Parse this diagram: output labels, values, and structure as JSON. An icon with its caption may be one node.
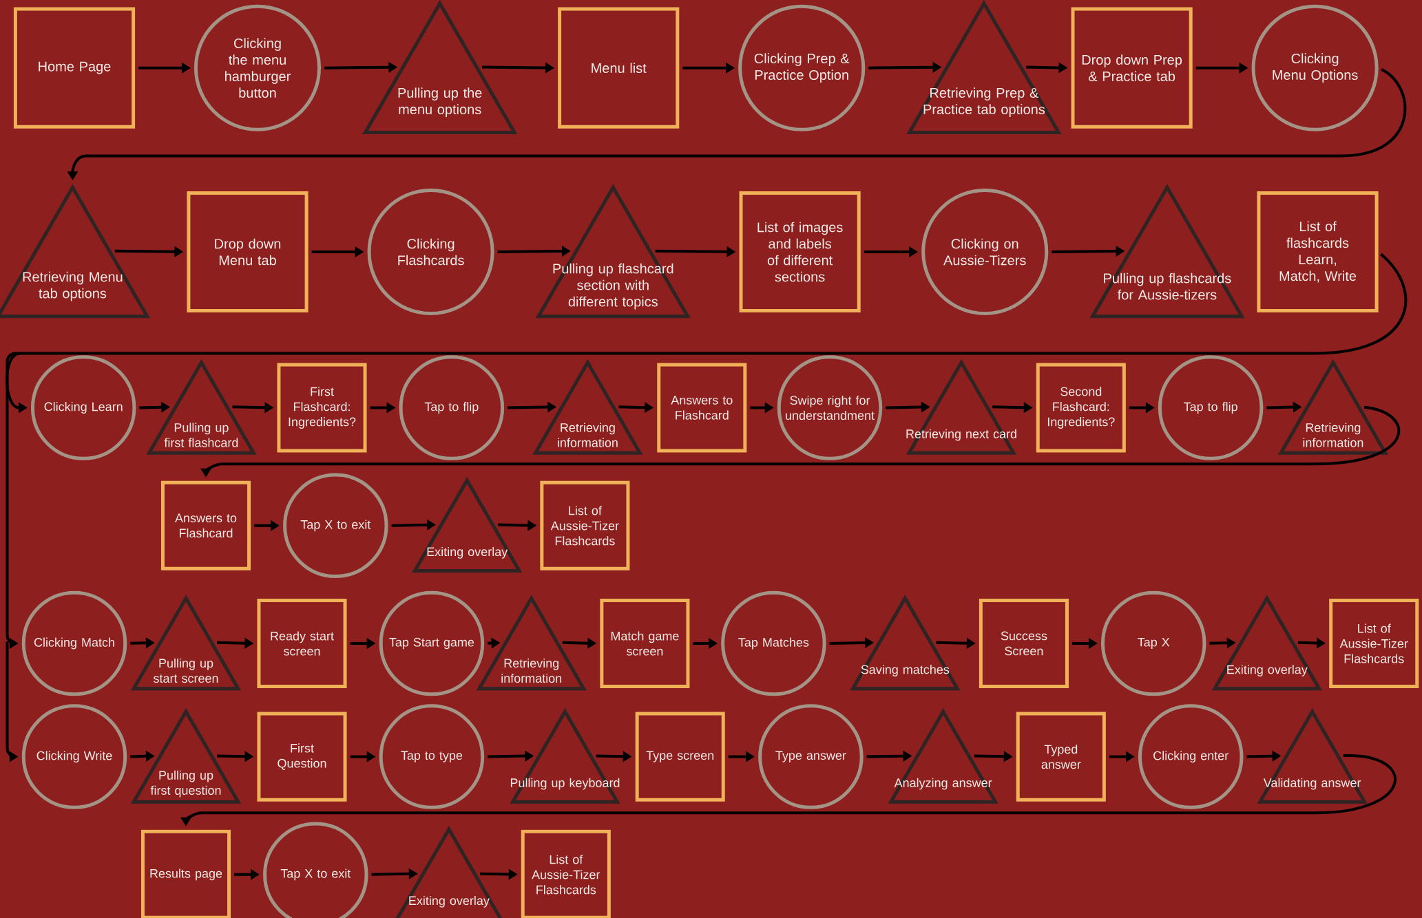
{
  "diagram": {
    "nodes": [
      {
        "text": [
          "Home Page"
        ]
      },
      {
        "text": [
          "Clicking the menu hamburger button"
        ]
      },
      {
        "text": [
          "Pulling up the menu options"
        ]
      },
      {
        "text": [
          "Menu list"
        ]
      },
      {
        "text": [
          "Clicking Prep & Practice Option"
        ]
      },
      {
        "text": [
          "Retrieving Prep & Practice tab options"
        ]
      },
      {
        "text": [
          "Drop down Prep & Practice tab"
        ]
      },
      {
        "text": [
          "Clicking Menu Options"
        ]
      },
      {
        "text": [
          "Retrieving Menu tab options"
        ]
      },
      {
        "text": [
          "Drop down Menu tab"
        ]
      },
      {
        "text": [
          "Clicking Flashcards"
        ]
      },
      {
        "text": [
          "Pulling up flashcard section with different topics"
        ]
      },
      {
        "text": [
          "List of images and labels of different sections"
        ]
      },
      {
        "text": [
          "Clicking on Aussie-Tizers"
        ]
      },
      {
        "text": [
          "Pulling up flashcards for Aussie-tizers"
        ]
      },
      {
        "text": [
          "List of flashcards Learn, Match, Write"
        ]
      },
      {
        "text": [
          "Clicking Learn"
        ]
      },
      {
        "text": [
          "Pulling up first flashcard"
        ]
      },
      {
        "text": [
          "First Flashcard: Ingredients?"
        ]
      },
      {
        "text": [
          "Tap to flip"
        ]
      },
      {
        "text": [
          "Retrieving information"
        ]
      },
      {
        "text": [
          "Answers to Flashcard"
        ]
      },
      {
        "text": [
          "Swipe right for understandment"
        ]
      },
      {
        "text": [
          "Retrieving next card"
        ]
      },
      {
        "text": [
          "Second Flashcard: Ingredients?"
        ]
      },
      {
        "text": [
          "Tap to flip"
        ]
      },
      {
        "text": [
          "Retrieving information"
        ]
      },
      {
        "text": [
          "Answers to Flashcard"
        ]
      },
      {
        "text": [
          "Tap X to exit"
        ]
      },
      {
        "text": [
          "Exiting overlay"
        ]
      },
      {
        "text": [
          "List of Aussie-Tizer Flashcards"
        ]
      },
      {
        "text": [
          "Clicking Match"
        ]
      },
      {
        "text": [
          "Pulling up start screen"
        ]
      },
      {
        "text": [
          "Ready start screen"
        ]
      },
      {
        "text": [
          "Tap Start game"
        ]
      },
      {
        "text": [
          "Retrieving information"
        ]
      },
      {
        "text": [
          "Match game screen"
        ]
      },
      {
        "text": [
          "Tap Matches"
        ]
      },
      {
        "text": [
          "Saving matches"
        ]
      },
      {
        "text": [
          "Success Screen"
        ]
      },
      {
        "text": [
          "Tap X"
        ]
      },
      {
        "text": [
          "Exiting overlay"
        ]
      },
      {
        "text": [
          "List of Aussie-Tizer Flashcards"
        ]
      },
      {
        "text": [
          "Clicking Write"
        ]
      },
      {
        "text": [
          "Pulling up first question"
        ]
      },
      {
        "text": [
          "First Question"
        ]
      },
      {
        "text": [
          "Tap to type"
        ]
      },
      {
        "text": [
          "Pulling up keyboard"
        ]
      },
      {
        "text": [
          "Type screen"
        ]
      },
      {
        "text": [
          "Type answer"
        ]
      },
      {
        "text": [
          "Analyzing answer"
        ]
      },
      {
        "text": [
          "Typed answer"
        ]
      },
      {
        "text": [
          "Clicking enter"
        ]
      },
      {
        "text": [
          "Validating answer"
        ]
      },
      {
        "text": [
          "Results page"
        ]
      },
      {
        "text": [
          "Tap X to exit"
        ]
      },
      {
        "text": [
          "Exiting overlay"
        ]
      },
      {
        "text": [
          "List of Aussie-Tizer Flashcards"
        ]
      }
    ],
    "edges": [
      {
        "from": 0,
        "to": 1,
        "arrow": "to"
      },
      {
        "from": 1,
        "to": 2,
        "arrow": "to"
      },
      {
        "from": 2,
        "to": 3,
        "arrow": "to"
      },
      {
        "from": 3,
        "to": 4,
        "arrow": "to"
      },
      {
        "from": 4,
        "to": 5,
        "arrow": "to"
      },
      {
        "from": 5,
        "to": 6,
        "arrow": "to"
      },
      {
        "from": 6,
        "to": 7,
        "arrow": "to"
      },
      {
        "from": 7,
        "to": 8,
        "arrow": "to"
      },
      {
        "from": 8,
        "to": 9,
        "arrow": "to"
      },
      {
        "from": 9,
        "to": 10,
        "arrow": "to"
      },
      {
        "from": 10,
        "to": 11,
        "arrow": "to"
      },
      {
        "from": 11,
        "to": 12,
        "arrow": "to"
      },
      {
        "from": 12,
        "to": 13,
        "arrow": "to"
      },
      {
        "from": 13,
        "to": 14,
        "arrow": "to"
      },
      {
        "from": 15,
        "to": 16,
        "arrow": "to"
      },
      {
        "from": 15,
        "to": 31,
        "arrow": "to"
      },
      {
        "from": 15,
        "to": 43,
        "arrow": "to"
      },
      {
        "from": 16,
        "to": 17,
        "arrow": "to"
      },
      {
        "from": 17,
        "to": 18,
        "arrow": "to"
      },
      {
        "from": 18,
        "to": 19,
        "arrow": "to"
      },
      {
        "from": 19,
        "to": 20,
        "arrow": "to"
      },
      {
        "from": 20,
        "to": 21,
        "arrow": "to"
      },
      {
        "from": 21,
        "to": 22,
        "arrow": "to"
      },
      {
        "from": 22,
        "to": 23,
        "arrow": "to"
      },
      {
        "from": 23,
        "to": 24,
        "arrow": "to"
      },
      {
        "from": 24,
        "to": 25,
        "arrow": "to"
      },
      {
        "from": 25,
        "to": 26,
        "arrow": "to"
      },
      {
        "from": 26,
        "to": 27,
        "arrow": "to"
      },
      {
        "from": 27,
        "to": 28,
        "arrow": "to"
      },
      {
        "from": 28,
        "to": 29,
        "arrow": "to"
      },
      {
        "from": 29,
        "to": 30,
        "arrow": "to"
      },
      {
        "from": 31,
        "to": 32,
        "arrow": "to"
      },
      {
        "from": 32,
        "to": 33,
        "arrow": "to"
      },
      {
        "from": 33,
        "to": 34,
        "arrow": "to"
      },
      {
        "from": 34,
        "to": 35,
        "arrow": "to"
      },
      {
        "from": 35,
        "to": 36,
        "arrow": "to"
      },
      {
        "from": 36,
        "to": 37,
        "arrow": "to"
      },
      {
        "from": 37,
        "to": 38,
        "arrow": "to"
      },
      {
        "from": 38,
        "to": 39,
        "arrow": "to"
      },
      {
        "from": 39,
        "to": 40,
        "arrow": "to"
      },
      {
        "from": 40,
        "to": 41,
        "arrow": "to"
      },
      {
        "from": 41,
        "to": 42,
        "arrow": "to"
      },
      {
        "from": 43,
        "to": 44,
        "arrow": "to"
      },
      {
        "from": 44,
        "to": 45,
        "arrow": "to"
      },
      {
        "from": 45,
        "to": 46,
        "arrow": "to"
      },
      {
        "from": 46,
        "to": 47,
        "arrow": "to"
      },
      {
        "from": 47,
        "to": 48,
        "arrow": "to"
      },
      {
        "from": 48,
        "to": 49,
        "arrow": "to"
      },
      {
        "from": 49,
        "to": 50,
        "arrow": "to"
      },
      {
        "from": 50,
        "to": 51,
        "arrow": "to"
      },
      {
        "from": 51,
        "to": 52,
        "arrow": "to"
      },
      {
        "from": 52,
        "to": 53,
        "arrow": "to"
      },
      {
        "from": 53,
        "to": 54,
        "arrow": "to"
      },
      {
        "from": 54,
        "to": 55,
        "arrow": "to"
      },
      {
        "from": 55,
        "to": 56,
        "arrow": "to"
      },
      {
        "from": 56,
        "to": 57,
        "arrow": "to"
      }
    ]
  }
}
